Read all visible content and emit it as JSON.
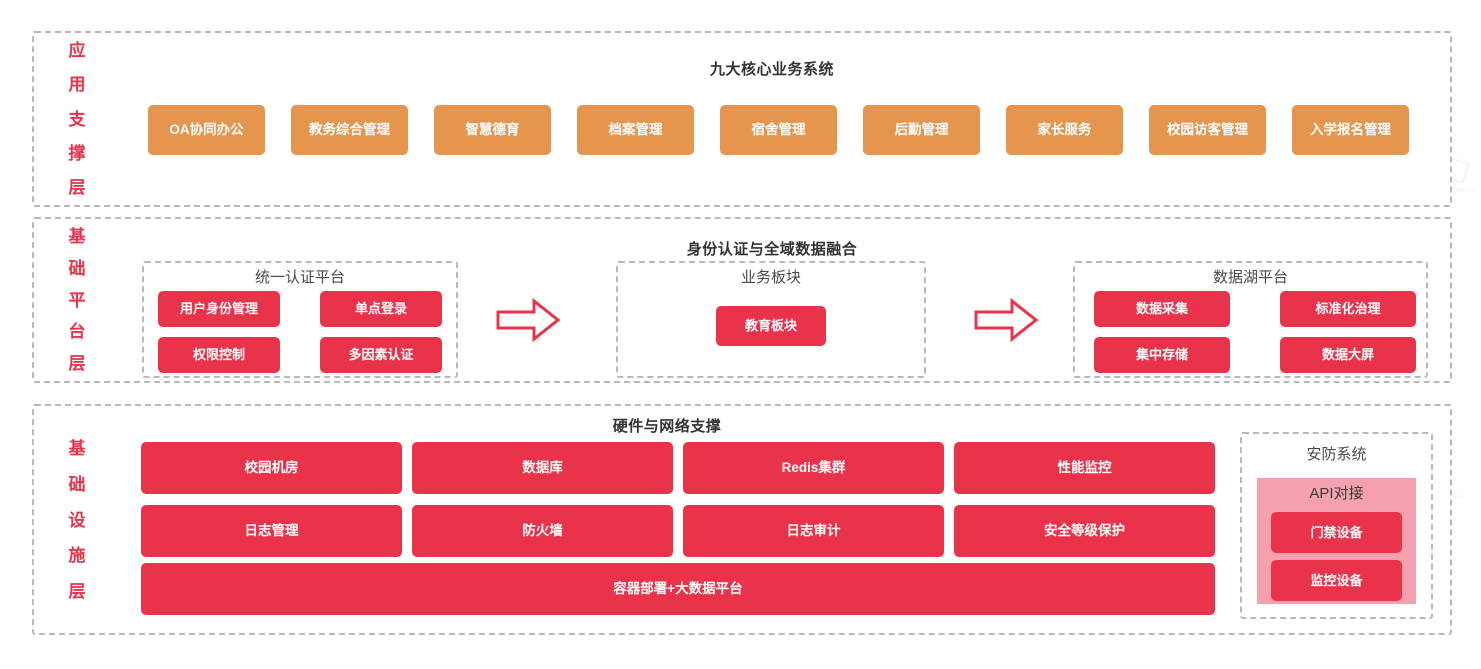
{
  "colors": {
    "orange": "#E6954F",
    "red": "#E8334A",
    "pink": "#F4A0AE",
    "dashed_border": "#b9b9b9",
    "label_red": "#E8334A",
    "title_dark": "#333333"
  },
  "layers": [
    {
      "id": "application-support-layer",
      "label_chars": [
        "应",
        "用",
        "支",
        "撑",
        "层"
      ],
      "title": "九大核心业务系统",
      "boxes": [
        "OA协同办公",
        "教务综合管理",
        "智慧德育",
        "档案管理",
        "宿舍管理",
        "后勤管理",
        "家长服务",
        "校园访客管理",
        "入学报名管理"
      ]
    },
    {
      "id": "base-platform-layer",
      "label_chars": [
        "基",
        "础",
        "平",
        "台",
        "层"
      ],
      "title": "身份认证与全域数据融合",
      "panels": [
        {
          "id": "unified-auth-platform",
          "title": "统一认证平台",
          "boxes": [
            "用户身份管理",
            "单点登录",
            "权限控制",
            "多因素认证"
          ]
        },
        {
          "id": "business-sector",
          "title": "业务板块",
          "boxes": [
            "教育板块"
          ]
        },
        {
          "id": "data-lake-platform",
          "title": "数据湖平台",
          "boxes": [
            "数据采集",
            "标准化治理",
            "集中存储",
            "数据大屏"
          ]
        }
      ],
      "arrows": [
        "arrow-right-1",
        "arrow-right-2"
      ]
    },
    {
      "id": "infrastructure-layer",
      "label_chars": [
        "基",
        "础",
        "设",
        "施",
        "层"
      ],
      "title": "硬件与网络支撑",
      "row1": [
        "校园机房",
        "数据库",
        "Redis集群",
        "性能监控"
      ],
      "row2": [
        "日志管理",
        "防火墙",
        "日志审计",
        "安全等级保护"
      ],
      "full_width_box": "容器部署+大数据平台",
      "security": {
        "id": "security-system",
        "title": "安防系统",
        "api_title": "API对接",
        "boxes": [
          "门禁设备",
          "监控设备"
        ]
      }
    }
  ]
}
